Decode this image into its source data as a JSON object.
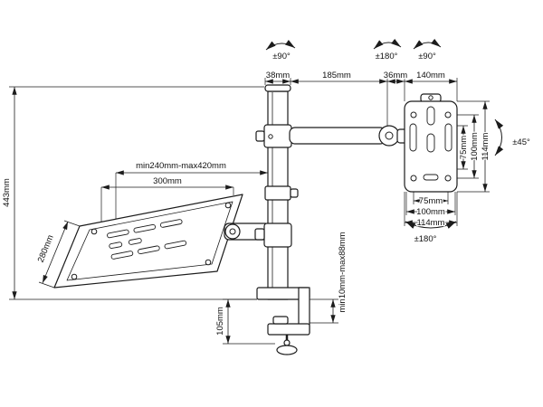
{
  "diagram": {
    "type": "technical-drawing",
    "subject": "desk clamp monitor arm with VESA plate and laptop tray",
    "line_color": "#1c1c1c",
    "background": "#ffffff",
    "angles": {
      "pole_swivel": "±90°",
      "elbow_swivel": "±180°",
      "head_swivel": "±90°",
      "tilt": "±45°",
      "plate_rotation": "±180°"
    },
    "dimensions": {
      "pole_top_width": "38mm",
      "arm_length": "185mm",
      "joint_width": "36mm",
      "plate_width": "140mm",
      "pole_height": "443mm",
      "tray_reach": "min240mm-max420mm",
      "tray_width": "300mm",
      "tray_depth": "280mm",
      "clamp_height": "105mm",
      "desk_thickness_range": "min10mm-max88mm",
      "vesa_vertical": [
        "75mm",
        "100mm",
        "114mm"
      ],
      "vesa_horizontal": [
        "75mm",
        "100mm",
        "114mm"
      ]
    }
  }
}
